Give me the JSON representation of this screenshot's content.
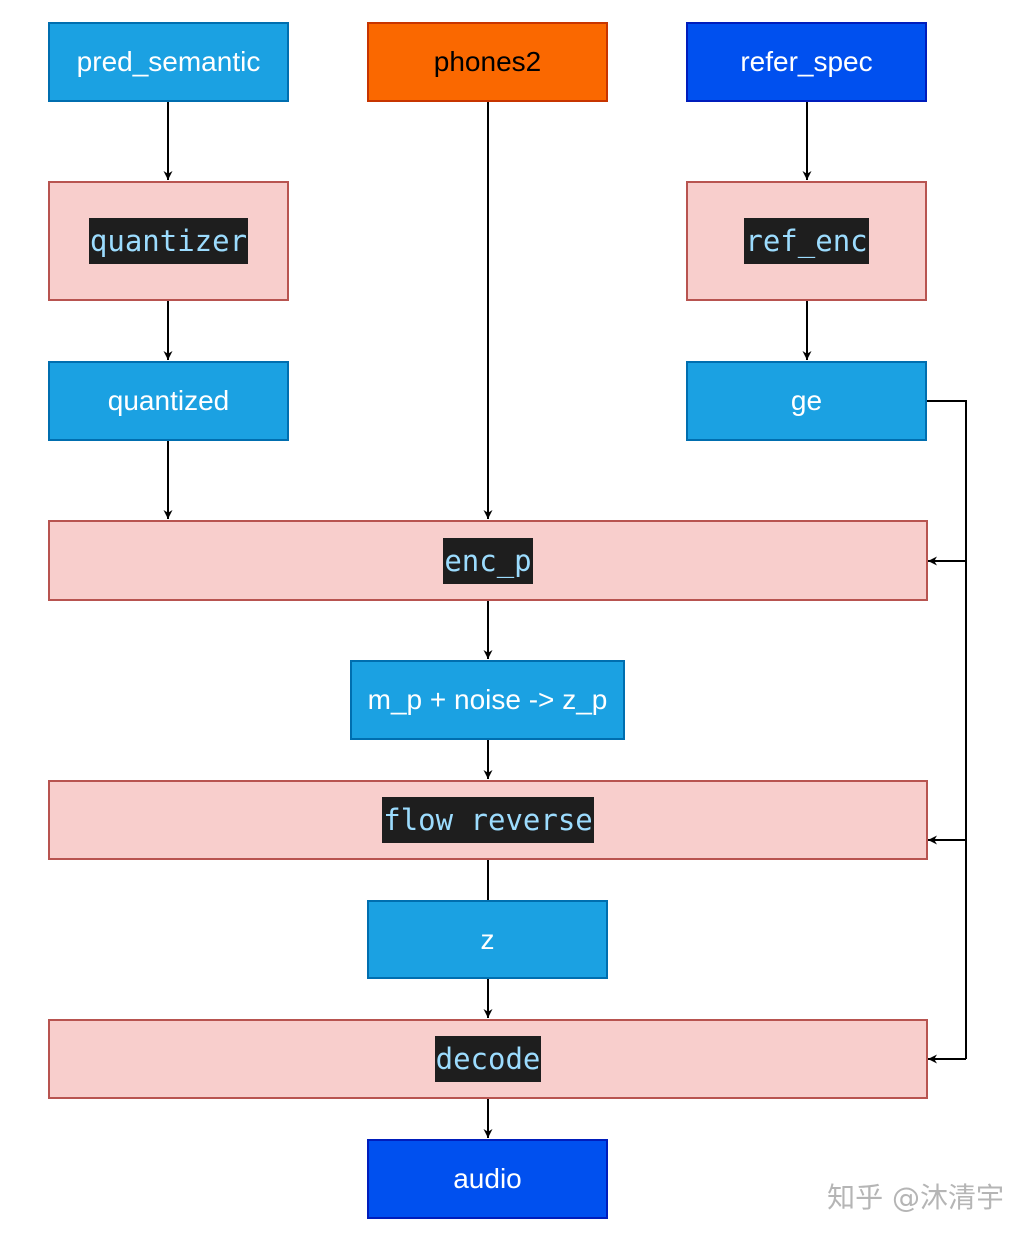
{
  "diagram": {
    "pred_semantic": "pred_semantic",
    "phones2": "phones2",
    "refer_spec": "refer_spec",
    "quantizer": "quantizer",
    "ref_enc": "ref_enc",
    "quantized": "quantized",
    "ge": "ge",
    "enc_p": "enc_p",
    "mp_noise": "m_p + noise -> z_p",
    "flow_reverse": "flow reverse",
    "z": "z",
    "decode": "decode",
    "audio": "audio"
  },
  "watermark": "知乎 @沐清宇",
  "colors": {
    "blue_fill": "#1ba1e2",
    "dark_blue_fill": "#0050ef",
    "orange_fill": "#fa6800",
    "pink_fill": "#f8cecc",
    "pink_border": "#b85450",
    "code_bg": "#1e1e1e",
    "code_text": "#9cdcfe"
  }
}
